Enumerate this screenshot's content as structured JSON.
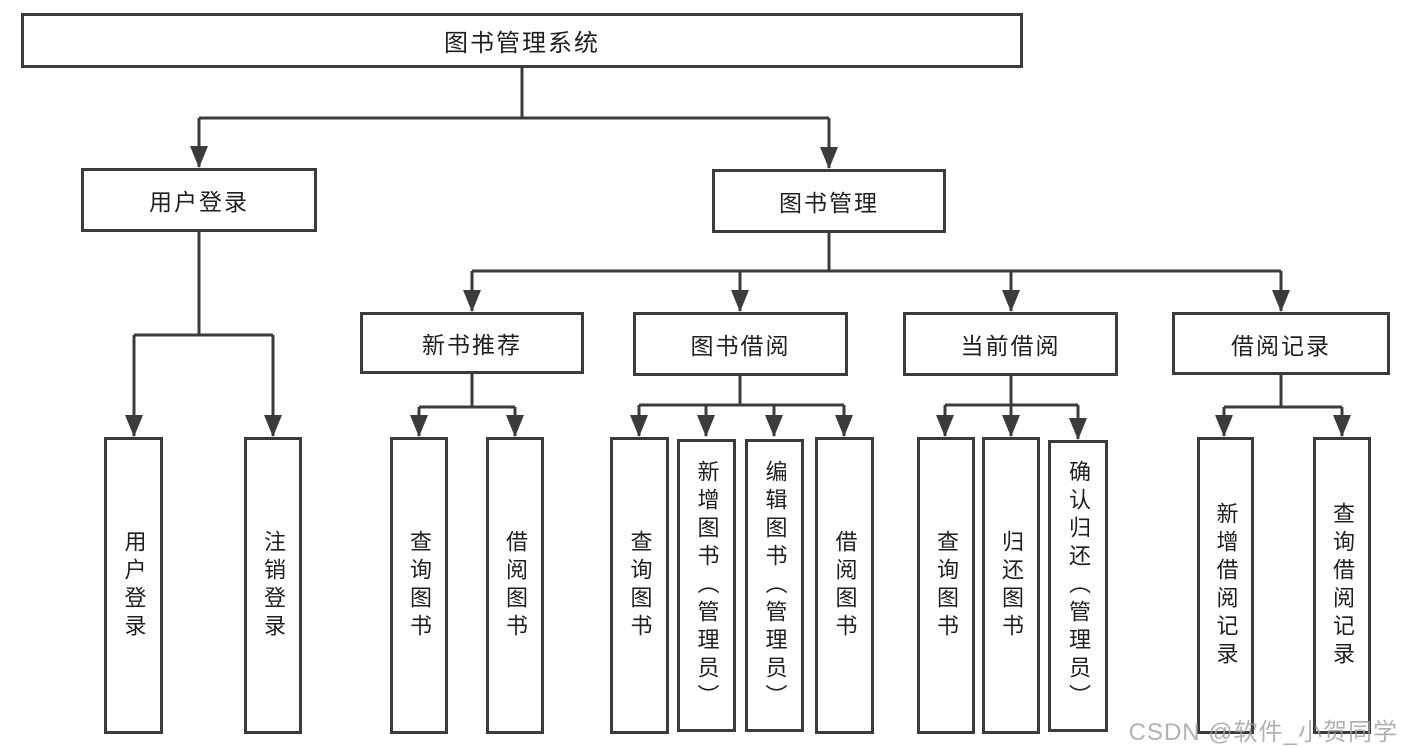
{
  "tree": {
    "root": "图书管理系统",
    "branches": [
      {
        "label": "用户登录",
        "children": [
          "用户登录",
          "注销登录"
        ]
      },
      {
        "label": "图书管理",
        "children": [
          {
            "label": "新书推荐",
            "children": [
              "查询图书",
              "借阅图书"
            ]
          },
          {
            "label": "图书借阅",
            "children": [
              "查询图书",
              "新增图书（管理员）",
              "编辑图书（管理员）",
              "借阅图书"
            ]
          },
          {
            "label": "当前借阅",
            "children": [
              "查询图书",
              "归还图书",
              "确认归还（管理员）"
            ]
          },
          {
            "label": "借阅记录",
            "children": [
              "新增借阅记录",
              "查询借阅记录"
            ]
          }
        ]
      }
    ]
  },
  "watermark": {
    "text": "CSDN @软件_小贺同学"
  },
  "colors": {
    "line": "#3b3b3b",
    "text": "#1f1f1f",
    "watermark": "#9e9e9e",
    "background": "#ffffff"
  }
}
